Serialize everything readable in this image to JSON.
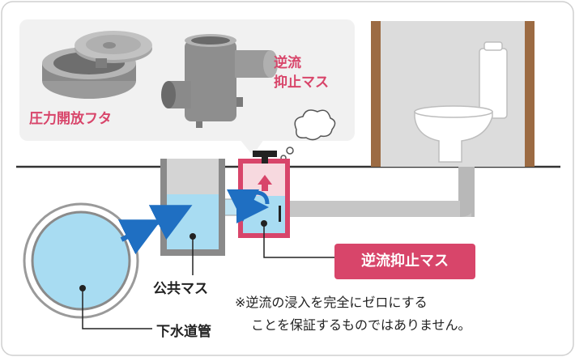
{
  "labels": {
    "lid": "圧力開放フタ",
    "valve_line1": "逆流",
    "valve_line2": "抑止マス",
    "badge": "逆流抑止マス",
    "public_basin": "公共マス",
    "sewer": "下水道管",
    "note_line1": "※逆流の浸入を完全にゼロにする",
    "note_line2": "ことを保証するものではありません。"
  },
  "colors": {
    "accent_pink": "#d8456a",
    "water_blue": "#a8dcf2",
    "arrow_blue": "#1f6fc2",
    "wall_brown": "#9c6b43",
    "pipe_gray": "#b8b8b8"
  }
}
